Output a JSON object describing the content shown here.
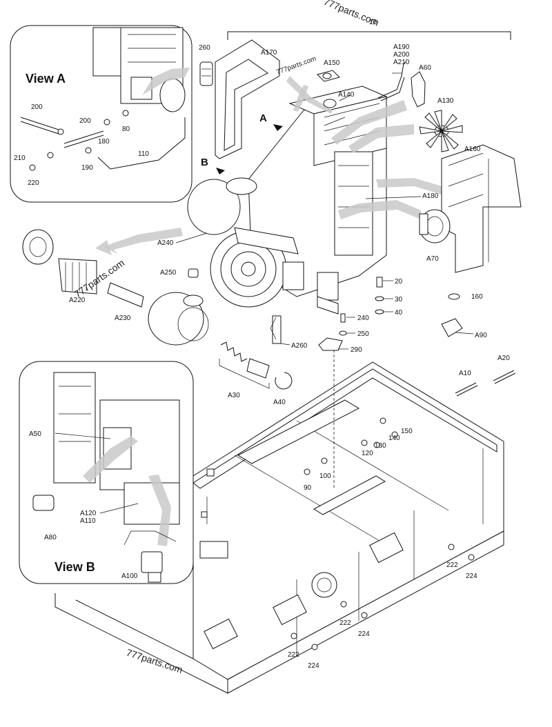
{
  "views": {
    "view_a": "View A",
    "view_b": "View B"
  },
  "letters": {
    "a": "A",
    "b": "B"
  },
  "watermarks": {
    "main": "777parts.com",
    "top": "777parts.com",
    "small": "777parts.com",
    "mid": "777parts.com"
  },
  "labels": {
    "p10": "10",
    "p20": "20",
    "p30": "30",
    "p40": "40",
    "p80": "80",
    "p90": "90",
    "p100": "100",
    "p110": "110",
    "p120": "120",
    "p130": "130",
    "p140": "140",
    "p150": "150",
    "p160": "160",
    "p180": "180",
    "p190": "190",
    "p200a": "200",
    "p200b": "200",
    "p210": "210",
    "p220": "220",
    "p222a": "222",
    "p222b": "222",
    "p222c": "222",
    "p224a": "224",
    "p224b": "224",
    "p224c": "224",
    "p240": "240",
    "p250": "250",
    "p260": "260",
    "p290": "290",
    "a10": "A10",
    "a20": "A20",
    "a30": "A30",
    "a40": "A40",
    "a50": "A50",
    "a60": "A60",
    "a70": "A70",
    "a80": "A80",
    "a90": "A90",
    "a100": "A100",
    "a110": "A110",
    "a120": "A120",
    "a130": "A130",
    "a140": "A140",
    "a150": "A150",
    "a160": "A160",
    "a170": "A170",
    "a180": "A180",
    "a190": "A190",
    "a200": "A200",
    "a210": "A210",
    "a220": "A220",
    "a230": "A230",
    "a240": "A240",
    "a250": "A250",
    "a260": "A260"
  }
}
